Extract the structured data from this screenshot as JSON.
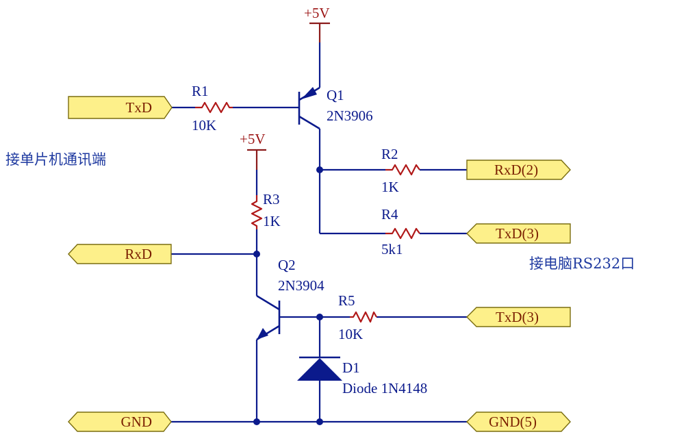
{
  "power": {
    "vcc_top": "+5V",
    "vcc_mid": "+5V"
  },
  "ports": {
    "txd_mcu": "TxD",
    "rxd_mcu": "RxD",
    "gnd_mcu": "GND",
    "rxd_pc": "RxD(2)",
    "txd_pc_r4": "TxD(3)",
    "txd_pc_r5": "TxD(3)",
    "gnd_pc": "GND(5)"
  },
  "components": {
    "r1": {
      "ref": "R1",
      "value": "10K"
    },
    "r2": {
      "ref": "R2",
      "value": "1K"
    },
    "r3": {
      "ref": "R3",
      "value": "1K"
    },
    "r4": {
      "ref": "R4",
      "value": "5k1"
    },
    "r5": {
      "ref": "R5",
      "value": "10K"
    },
    "q1": {
      "ref": "Q1",
      "part": "2N3906"
    },
    "q2": {
      "ref": "Q2",
      "part": "2N3904"
    },
    "d1": {
      "ref": "D1",
      "part": "Diode 1N4148"
    }
  },
  "notes": {
    "mcu_side": "接单片机通讯端",
    "pc_side": "接电脑RS232口"
  },
  "colors": {
    "wire": "#0b1a8c",
    "resistor": "#b01818",
    "port_fill": "#fdf08a",
    "text": "#0b1a8c"
  }
}
